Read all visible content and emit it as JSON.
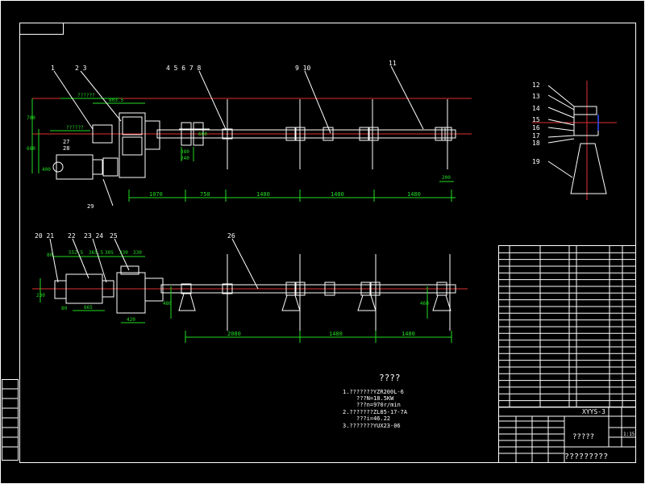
{
  "callouts_top": [
    "1",
    "2 3",
    "4 5 6 7 8",
    "9 10",
    "11"
  ],
  "callouts_side": [
    "12",
    "13",
    "14",
    "15",
    "16",
    "17",
    "18",
    "19"
  ],
  "callouts_bottom": [
    "20 21",
    "22",
    "23 24",
    "25",
    "26"
  ],
  "callouts_misc": [
    "27",
    "28",
    "29"
  ],
  "dims_top": [
    "1070",
    "750",
    "1480",
    "1480",
    "1480"
  ],
  "dims_top_misc": [
    "??????",
    "803.5",
    "??????",
    "700",
    "660",
    "400",
    "200",
    "600",
    "380",
    "240"
  ],
  "dims_bottom": [
    "2080",
    "1480",
    "1480"
  ],
  "dims_bottom_misc": [
    "552.5",
    "365.5",
    "330",
    "305",
    "330",
    "80",
    "80",
    "665",
    "420",
    "480",
    "460",
    "230"
  ],
  "notes": {
    "title": "????",
    "lines": [
      "1.???????YZR200L-6",
      "???N=18.5KW",
      "???n=970r/min",
      "2.???????ZL85-17-7A",
      "???i=46.22",
      "3.???????YUX23-06"
    ]
  },
  "title_block": {
    "drawing_name": "?????",
    "drawing_no": "XYYS-3",
    "company": "?????????",
    "scale": "1:15"
  },
  "colors": {
    "frame": "#ffffff",
    "centerline": "#e03030",
    "dimension": "#22dd22",
    "accent": "#3050ff"
  }
}
